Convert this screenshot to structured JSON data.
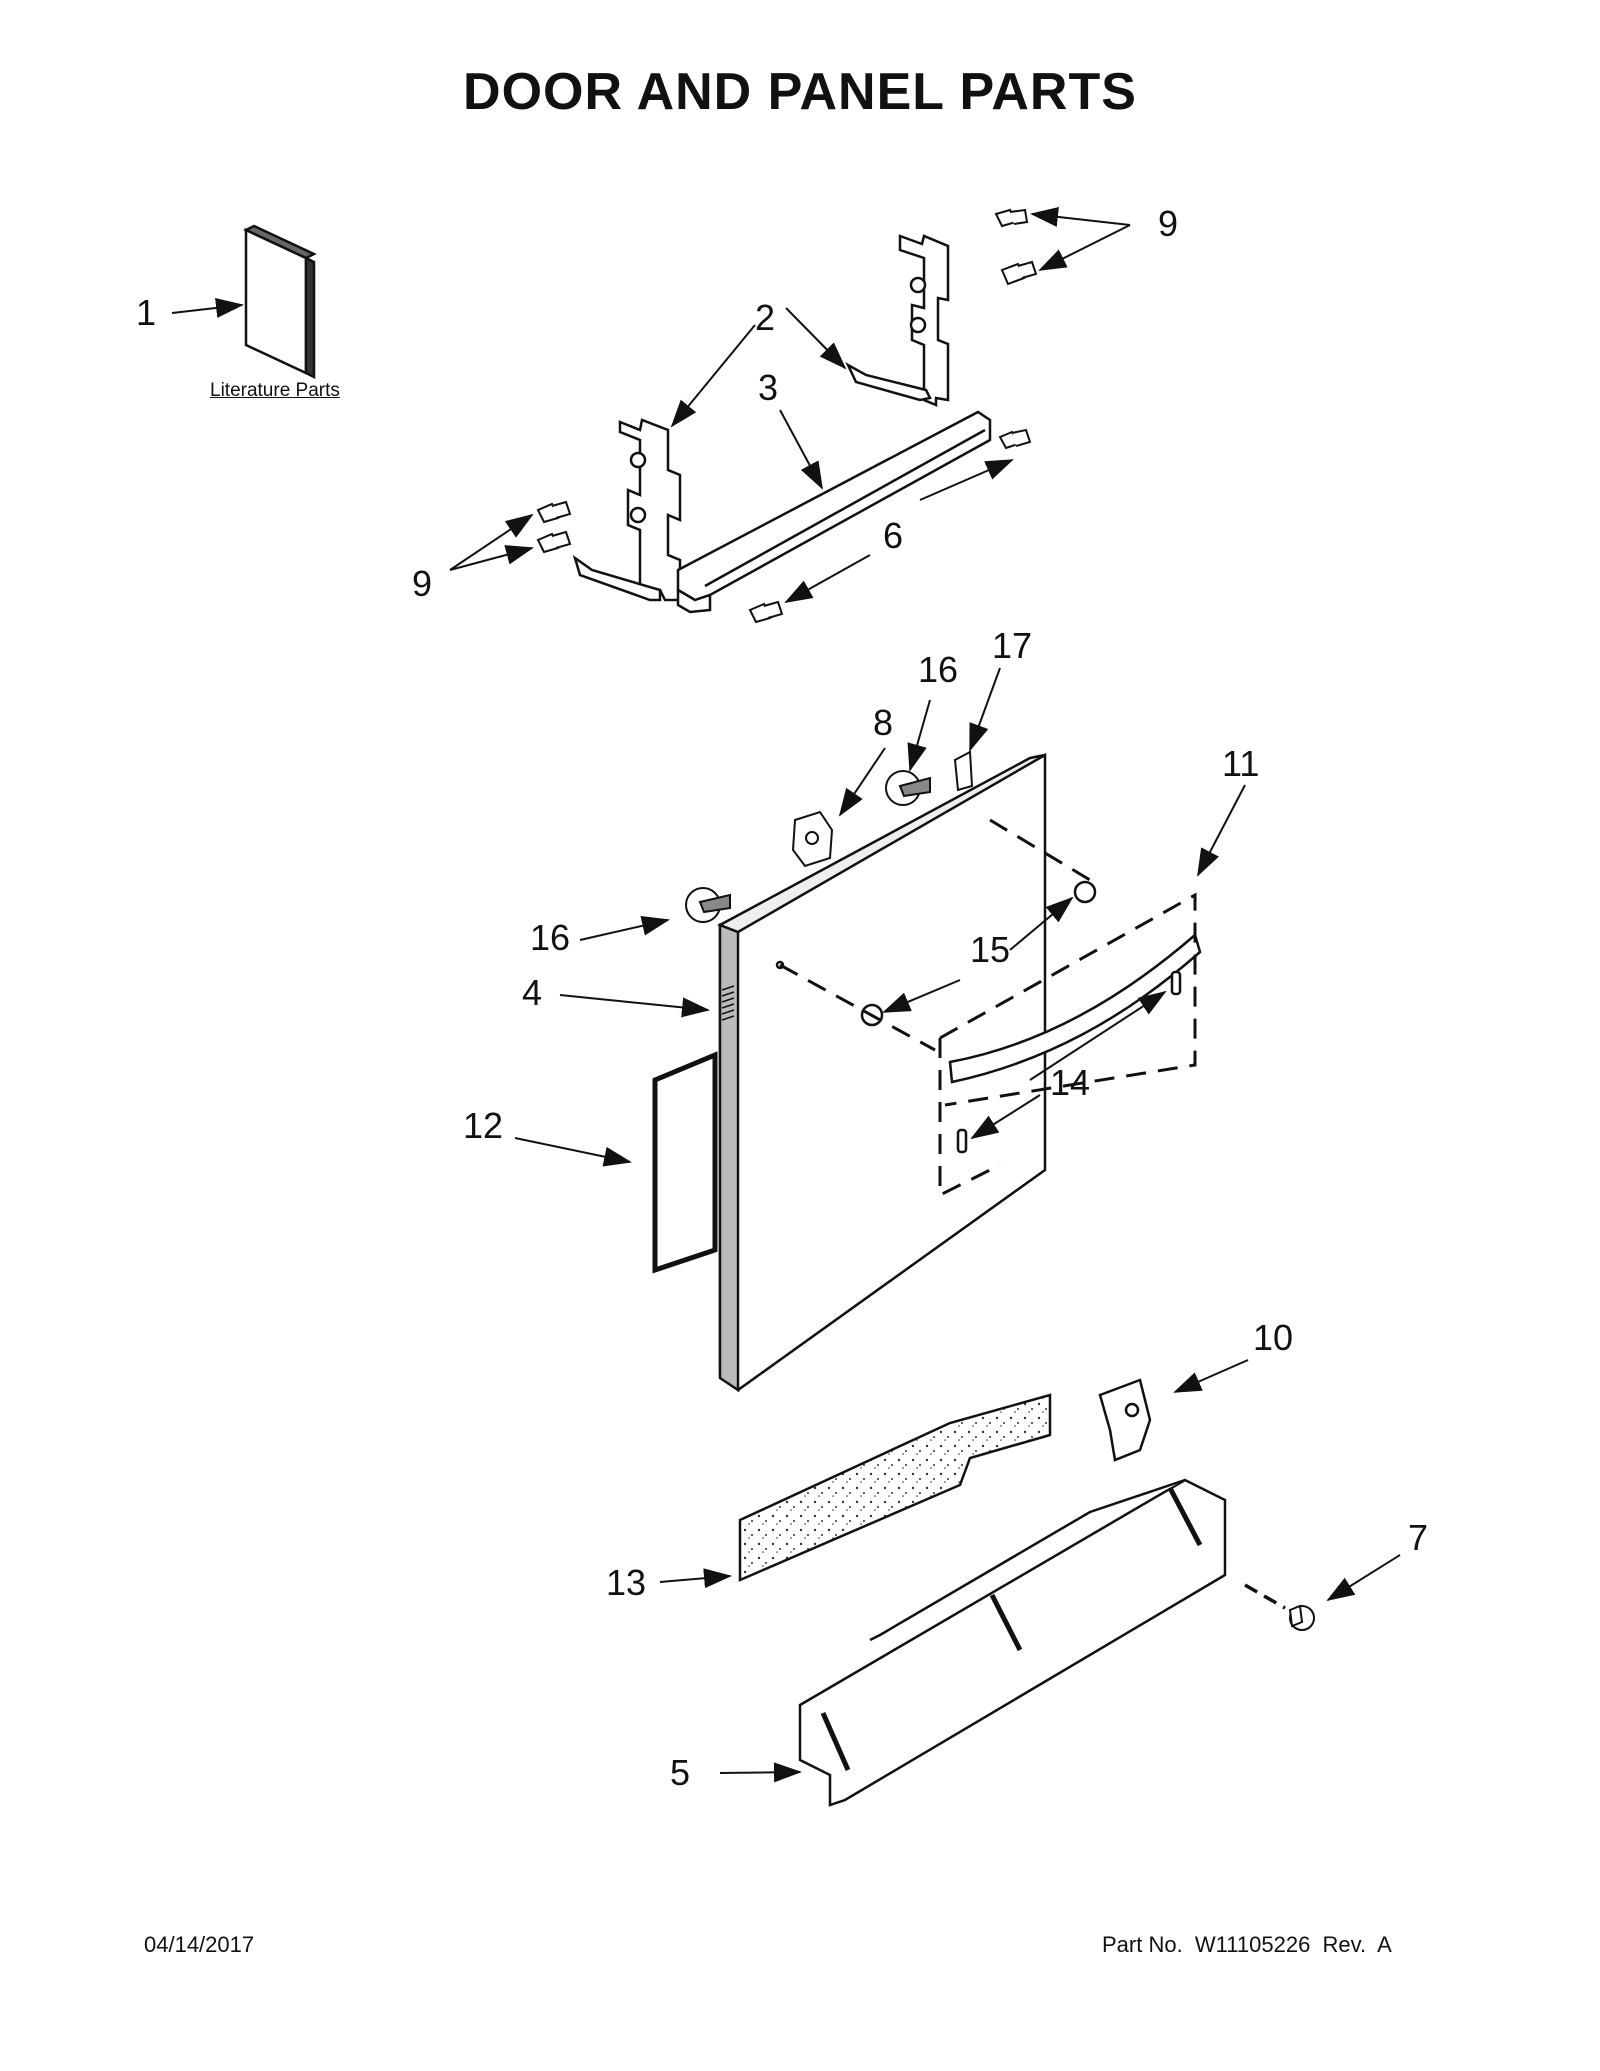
{
  "title": "DOOR AND PANEL PARTS",
  "literature_label": "Literature Parts",
  "callouts": {
    "c1": "1",
    "c2": "2",
    "c3": "3",
    "c4": "4",
    "c5": "5",
    "c6": "6",
    "c7": "7",
    "c8": "8",
    "c9_top": "9",
    "c9_left": "9",
    "c10": "10",
    "c11": "11",
    "c12": "12",
    "c13": "13",
    "c14": "14",
    "c15": "15",
    "c16_top": "16",
    "c16_left": "16",
    "c17": "17"
  },
  "footer": {
    "date": "04/14/2017",
    "part_line": "Part No.  W11105226  Rev.  A"
  }
}
